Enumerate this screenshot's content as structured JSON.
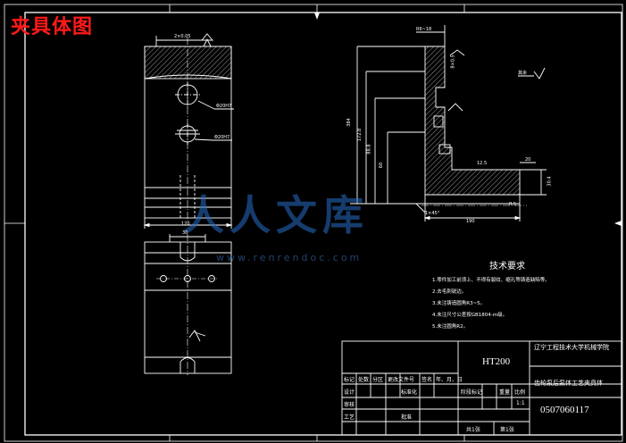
{
  "sheet_title": "夹具体图",
  "watermark": {
    "text": "人人文库",
    "url": "www.renrendoc.com"
  },
  "dimensions": {
    "front_width": "120",
    "front_top_tol": "2×0.05",
    "front_hole_upper": "Φ20H7",
    "front_hole_lower": "Φ20H7",
    "top_view_dim": "30",
    "side_height": "384",
    "side_h1": "172.8",
    "side_h2": "88.8",
    "side_h3": "60",
    "side_top": "R6~18",
    "side_top2": "8×0.5",
    "side_width": "190",
    "side_base": "30.4",
    "side_base2": "20",
    "side_r": "R.5",
    "side_chamfer": "1×45°",
    "side_boss": "12.5",
    "roughness_other": "其余"
  },
  "requirements": {
    "title": "技术要求",
    "lines": [
      "1.零件加工前须上、不得有裂纹、缩孔等铸造缺陷等。",
      "2.去毛刺锐边。",
      "3.未注铸造圆角R3~5。",
      "4.未注尺寸公差按GB1804-m级。",
      "5.未注圆角R2。"
    ]
  },
  "title_block": {
    "material": "HT200",
    "organization": "辽宁工程技术大学机械学院",
    "part_name": "齿轮泵后泵体工艺夹具体",
    "drawing_code": "0507060117",
    "row1": [
      "标记",
      "处数",
      "分区",
      "更改文件号",
      "签名",
      "年、月、日"
    ],
    "row2": [
      "设计",
      "",
      "标准化"
    ],
    "row3": [
      "审核"
    ],
    "row4": [
      "工艺",
      "",
      "批准"
    ],
    "stage_labels": [
      "阶段标记",
      "重量",
      "比例"
    ],
    "scale": "1:1",
    "sheets": [
      "共1张",
      "第1张"
    ]
  }
}
